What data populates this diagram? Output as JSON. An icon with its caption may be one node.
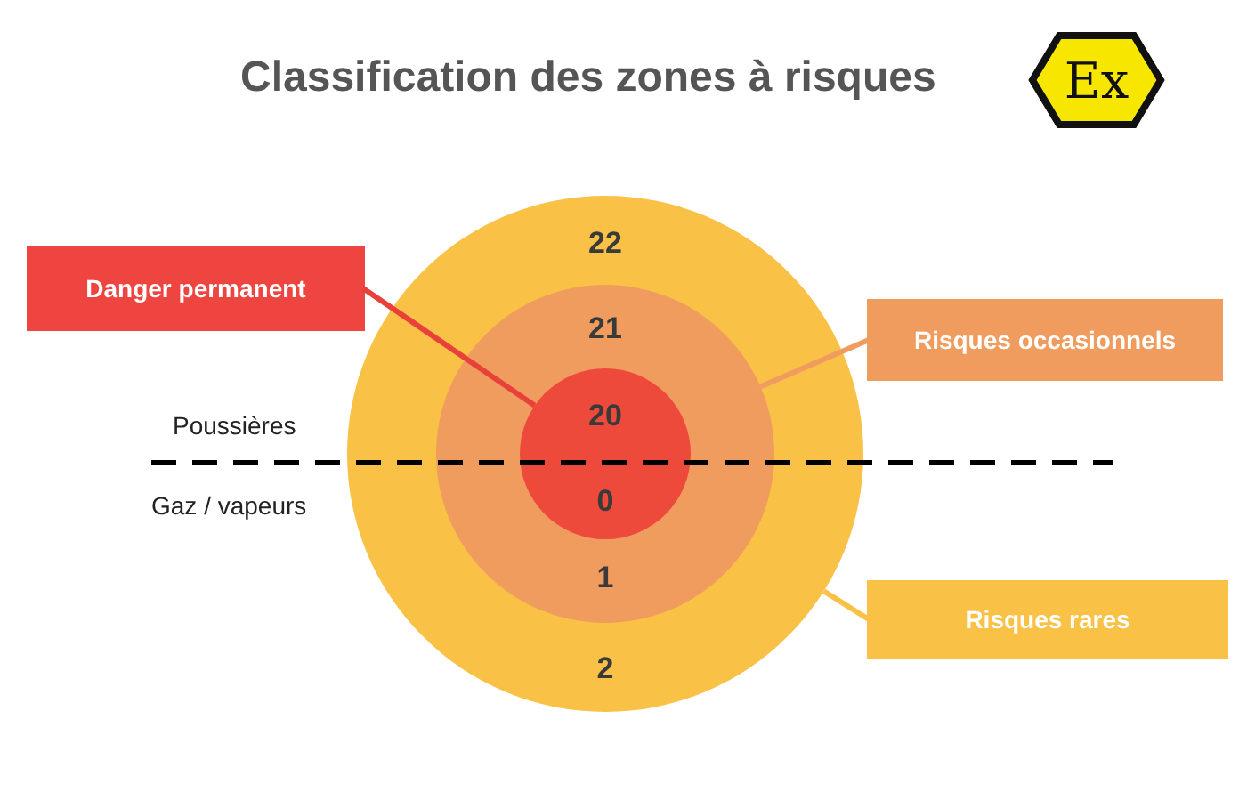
{
  "diagram": {
    "title": "Classification des zones à risques",
    "nodes": [
      {
        "text": [
          "22",
          "2"
        ]
      },
      {
        "text": [
          "21",
          "1"
        ],
        "in": 0
      },
      {
        "text": [
          "20",
          "0"
        ],
        "in": 1
      },
      {
        "text": [
          "Danger permanent"
        ]
      },
      {
        "text": [
          "Risques occasionnels"
        ]
      },
      {
        "text": [
          "Risques rares"
        ]
      }
    ],
    "edges": [
      {
        "from": 3,
        "to": 2,
        "arrow": "none",
        "color": "#e8413a"
      },
      {
        "from": 4,
        "to": 1,
        "arrow": "none",
        "color": "#f19c5f"
      },
      {
        "from": 5,
        "to": 0,
        "arrow": "none",
        "color": "#f9c146"
      }
    ],
    "labels": [
      "Ex",
      "Poussières",
      "Gaz / vapeurs"
    ]
  }
}
